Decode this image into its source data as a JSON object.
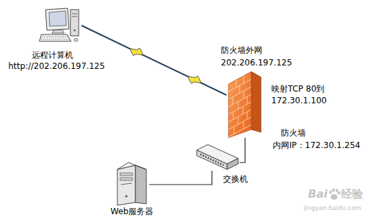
{
  "diagram": {
    "nodes": [
      {
        "text": [
          "远程计算机",
          "http://202.206.197.125"
        ]
      },
      {
        "text": [
          "防火墙外网",
          "202.206.197.125",
          "映射TCP 80到 172.30.1.100",
          "防火墙",
          "内网IP：172.30.1.254"
        ]
      },
      {
        "text": [
          "交换机"
        ]
      },
      {
        "text": [
          "Web服务器"
        ]
      }
    ],
    "edges": [
      {
        "from": 0,
        "to": 1,
        "arrow": "none"
      },
      {
        "from": 1,
        "to": 2,
        "arrow": "none"
      },
      {
        "from": 2,
        "to": 3,
        "arrow": "none"
      }
    ],
    "labels": [
      "Bai",
      "经验",
      "jingyan.baidu.com"
    ]
  }
}
